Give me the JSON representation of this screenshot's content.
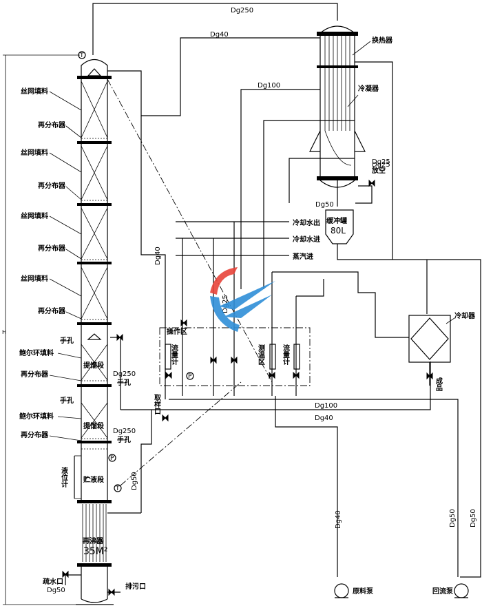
{
  "column_labels": {
    "mesh1": "丝网填料",
    "dist1": "再分布器",
    "mesh2": "丝网填料",
    "dist2": "再分布器",
    "mesh3": "丝网填料",
    "dist3": "再分布器",
    "mesh4": "丝网填料",
    "dist4": "再分布器",
    "handhole1": "手孔",
    "pall1": "鲍尔环填料",
    "strip1": "提馏段",
    "dist5": "再分布器",
    "dg250a": "Dg250",
    "handhole2": "手孔",
    "handhole3": "手孔",
    "pall2": "鲍尔环填料",
    "strip2": "提馏段",
    "dist6": "再分布器",
    "dg250b": "Dg250",
    "handhole4": "手孔",
    "level_gauge": "液位计",
    "storage": "贮液段",
    "reboiler": "再沸器",
    "reboiler_area": "35M²",
    "drain": "疏水口",
    "drain_dg": "Dg50",
    "sewage": "排污口",
    "height": "H"
  },
  "pipe_labels": {
    "dg250_top": "Dg250",
    "dg40_top": "Dg40",
    "dg100_top": "Dg100",
    "dg40_left": "Dg40",
    "dg25": "Dg25",
    "dg50_right": "Dg50",
    "dg100_mid": "Dg100",
    "dg40_mid": "Dg40",
    "dg40_feed": "Dg40",
    "dg50_reflux": "Dg50",
    "dg50_out": "Dg50",
    "dg50_diag": "Dg50",
    "dg25_diag": "Dg25"
  },
  "equipment_labels": {
    "heat_exchanger": "换热器",
    "condenser": "冷凝器",
    "vent_dg": "Dg25",
    "vent": "放空",
    "buffer_tank": "缓冲罐",
    "buffer_volume": "80L",
    "cooling_out": "冷却水出",
    "cooling_in": "冷却水进",
    "steam_in": "蒸汽进",
    "cooler": "冷却器",
    "product": "成品",
    "feed_pump": "原料泵",
    "reflux_pump": "回流泵"
  },
  "panel_labels": {
    "operation_area": "操作区",
    "flowmeter1": "流量计",
    "temp_area": "测温区",
    "flowmeter2": "流量计",
    "sample_port": "取样口"
  },
  "symbols": {
    "thermometer": "T",
    "pressure": "P"
  }
}
